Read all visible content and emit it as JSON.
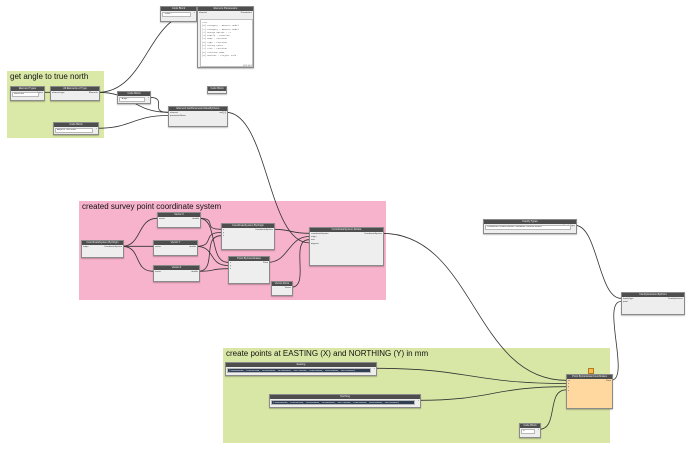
{
  "groups": [
    {
      "id": "g1",
      "title": "get angle to true north",
      "color": "#dbe9a8"
    },
    {
      "id": "g2",
      "title": "created survey point coordinate system",
      "color": "#f7b3cc"
    },
    {
      "id": "g3",
      "title": "create points at EASTING (X) and NORTHING (Y) in mm",
      "color": "#d9e7a6"
    }
  ],
  "nodes": [
    {
      "id": "n_cb1",
      "title": "Code Block",
      "ports_in": [],
      "ports_out": [
        ">"
      ],
      "fields": [
        "\"Value\";"
      ]
    },
    {
      "id": "n_elparams",
      "title": "Element.Parameters",
      "ports_in": [
        "element"
      ],
      "ports_out": [
        "Parameters"
      ],
      "preview": [
        "List",
        "[0] Category : Generic Model",
        "[1] Category : Generic Model",
        "[2] Design Option : -1",
        "[3] Family : Location",
        "[4] Name : Location",
        "[5] Type : Location",
        "[6] Survey Point",
        "[7] Site : Location",
        "[8] Location Name",
        "[9] Workset : Project Info"
      ],
      "preview_footer": "@L2 @L1"
    },
    {
      "id": "n_eltypes",
      "title": "Element Types",
      "ports_in": [],
      "ports_out": [
        "Types"
      ],
      "fields": [
        "BasePoint"
      ]
    },
    {
      "id": "n_allof",
      "title": "All Elements of Type",
      "ports_in": [
        "element type"
      ],
      "ports_out": [
        "Elements"
      ]
    },
    {
      "id": "n_cb2",
      "title": "Code Block",
      "ports_in": [],
      "ports_out": [
        ">"
      ],
      "fields": [
        "\"Angle\";"
      ]
    },
    {
      "id": "n_cb3",
      "title": "Code Block",
      "ports_in": [],
      "ports_out": [
        ">"
      ],
      "fields": [
        "Angle to True North"
      ]
    },
    {
      "id": "n_cbw",
      "title": "Code Block",
      "ports_in": [],
      "ports_out": []
    },
    {
      "id": "n_getparam",
      "title": "Element.GetParameterValueByName",
      "ports_in": [
        "element",
        "parameterName"
      ],
      "ports_out": [
        "var[]..[]"
      ]
    },
    {
      "id": "n_csbyori",
      "title": "CoordinateSystem.ByOrigin",
      "ports_in": [
        "origin"
      ],
      "ports_out": [
        "CoordinateSystem"
      ]
    },
    {
      "id": "n_vx",
      "title": "Vector.X",
      "ports_in": [
        "vector"
      ],
      "ports_out": [
        "double"
      ]
    },
    {
      "id": "n_vy",
      "title": "Vector.Y",
      "ports_in": [
        "vector"
      ],
      "ports_out": [
        "double"
      ]
    },
    {
      "id": "n_vz",
      "title": "Vector.Z",
      "ports_in": [
        "vector"
      ],
      "ports_out": [
        "double"
      ]
    },
    {
      "id": "n_csbyorigin2",
      "title": "CoordinateSystem.ByOrigin",
      "ports_in": [
        "x",
        "y",
        "z"
      ],
      "ports_out": [
        "CoordinateSystem"
      ]
    },
    {
      "id": "n_ptbycoord",
      "title": "Point.ByCoordinates",
      "ports_in": [
        "x",
        "y",
        "z"
      ],
      "ports_out": [
        "Point"
      ]
    },
    {
      "id": "n_cbrot",
      "title": "Vector.ZAxis",
      "ports_in": [],
      "ports_out": [
        "Vector"
      ]
    },
    {
      "id": "n_csrotate",
      "title": "CoordinateSystem.Rotate",
      "ports_in": [
        "coordinateSystem",
        "origin",
        "axis",
        "degrees"
      ],
      "ports_out": [
        "CoordinateSystem"
      ]
    },
    {
      "id": "n_famtypes",
      "title": "Family Types",
      "ports_in": [],
      "ports_out": [
        "Family Type"
      ],
      "fields": [
        "Coordinate Location Marker:Coordinate Location Marker"
      ]
    },
    {
      "id": "n_familyinst",
      "title": "FamilyInstance.ByPoint",
      "ports_in": [
        "familyType",
        "point"
      ],
      "ports_out": [
        "FamilyInstance"
      ]
    },
    {
      "id": "n_easting",
      "title": "Easting",
      "ports_in": [],
      "ports_out": [
        ">"
      ],
      "fields": [
        "{1000000000, 1034587000, 1034658000, 1043000000, 1047100000, 1050200000, 1053400000, 1061400000}"
      ]
    },
    {
      "id": "n_northing",
      "title": "Northing",
      "ports_in": [],
      "ports_out": [
        ">"
      ],
      "fields": [
        "{1000000000, 1034587000, 1034658000, 1043000000, 1047100000, 1050200000, 1053400000, 1061400000}"
      ]
    },
    {
      "id": "n_cbz",
      "title": "Code Block",
      "ports_in": [],
      "ports_out": [
        ">"
      ],
      "fields": [
        "0;"
      ]
    },
    {
      "id": "n_ptbycs",
      "title": "Point.ByCartesianCoordinates",
      "ports_in": [
        "cs",
        "x",
        "y",
        "z"
      ],
      "ports_out": [
        "Point"
      ],
      "warning": true
    }
  ]
}
